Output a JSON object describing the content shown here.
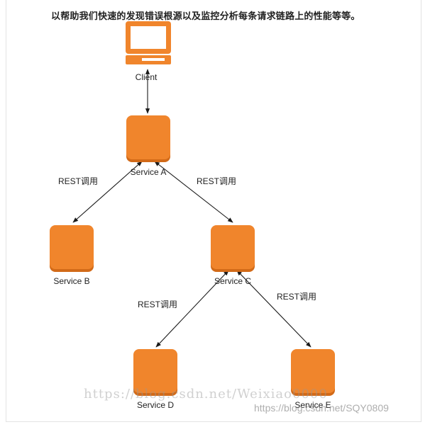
{
  "intro_text": "以帮助我们快速的发现错误根源以及监控分析每条请求链路上的性能等等。",
  "diagram": {
    "client_label": "Client",
    "nodes": {
      "service_a": "Service A",
      "service_b": "Service B",
      "service_c": "Service C",
      "service_d": "Service D",
      "service_e": "Service E"
    },
    "edge_labels": {
      "a_b": "REST调用",
      "a_c": "REST调用",
      "c_d": "REST调用",
      "c_e": "REST调用"
    },
    "node_color": "#f0852c"
  },
  "watermarks": {
    "overlay": "https://blog.csdn.net/Weixiao0000",
    "footer": "https://blog.csdn.net/SQY0809"
  }
}
